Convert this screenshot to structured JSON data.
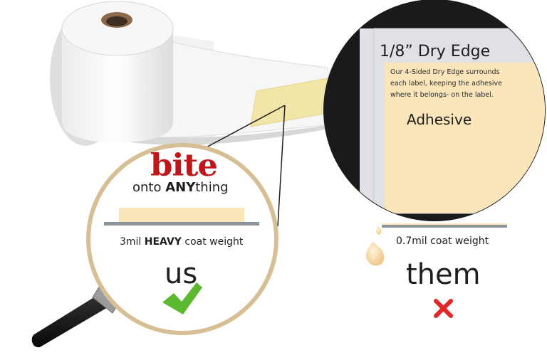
{
  "brand": {
    "bite_word": "bite",
    "sub_prefix": "onto ",
    "sub_bold": "ANY",
    "sub_suffix": "thing",
    "brand_color": "#c0151b"
  },
  "us_side": {
    "coat_prefix": "3mil ",
    "coat_bold": "HEAVY",
    "coat_suffix": " coat weight",
    "label": "us",
    "mark": "check-icon",
    "mark_color": "#5cb82f"
  },
  "them_side": {
    "coat_weight": "0.7mil coat weight",
    "label": "them",
    "mark": "x-icon",
    "mark_color": "#e32626"
  },
  "dry_edge_callout": {
    "title": "1/8” Dry Edge",
    "description": "Our 4-Sided Dry Edge surrounds each label, keeping the adhesive where it belongs- on the label.",
    "adhesive_label": "Adhesive",
    "adhesive_color": "#fbe6bb"
  },
  "icons": [
    "magnifier-icon",
    "label-roll-image",
    "adhesive-droplet-icon"
  ]
}
